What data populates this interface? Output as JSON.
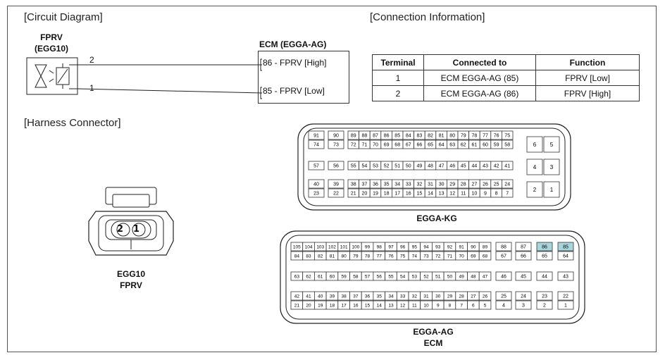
{
  "circuit": {
    "title": "[Circuit Diagram]",
    "component_name": "FPRV",
    "component_code": "(EGG10)",
    "pin2": "2",
    "pin1": "1",
    "ecm_title": "ECM (EGGA-AG)",
    "ecm_pin_high": "86 - FPRV [High]",
    "ecm_pin_low": "85 - FPRV [Low]"
  },
  "connection": {
    "title": "[Connection Information]",
    "headers": [
      "Terminal",
      "Connected to",
      "Function"
    ],
    "rows": [
      [
        "1",
        "ECM EGGA-AG (85)",
        "FPRV [Low]"
      ],
      [
        "2",
        "ECM EGGA-AG (86)",
        "FPRV [High]"
      ]
    ]
  },
  "harness": {
    "title": "[Harness Connector]",
    "fprv_pin_labels": [
      "2",
      "1"
    ],
    "fprv_caption_1": "EGG10",
    "fprv_caption_2": "FPRV",
    "kg_caption": "EGGA-KG",
    "ag_caption_1": "EGGA-AG",
    "ag_caption_2": "ECM",
    "highlight_color": "#a8d4dc",
    "kg": {
      "row1_main": [
        "89",
        "88",
        "87",
        "86",
        "85",
        "84",
        "83",
        "82",
        "81",
        "80",
        "79",
        "78",
        "77",
        "76",
        "75"
      ],
      "row1_left": [
        "91",
        "90"
      ],
      "row2_main": [
        "72",
        "71",
        "70",
        "69",
        "68",
        "67",
        "66",
        "65",
        "64",
        "63",
        "62",
        "61",
        "60",
        "59",
        "58"
      ],
      "row2_left": [
        "74",
        "73"
      ],
      "row3_main": [
        "55",
        "54",
        "53",
        "52",
        "51",
        "50",
        "49",
        "48",
        "47",
        "46",
        "45",
        "44",
        "43",
        "42",
        "41"
      ],
      "row3_left": [
        "57",
        "56"
      ],
      "row4_main": [
        "38",
        "37",
        "36",
        "35",
        "34",
        "33",
        "32",
        "31",
        "30",
        "29",
        "28",
        "27",
        "26",
        "25",
        "24"
      ],
      "row4_left": [
        "40",
        "39"
      ],
      "row5_main": [
        "21",
        "20",
        "19",
        "18",
        "17",
        "16",
        "15",
        "14",
        "13",
        "12",
        "11",
        "10",
        "9",
        "8",
        "7"
      ],
      "row5_left": [
        "23",
        "22"
      ],
      "right_pairs": [
        [
          "6",
          "5"
        ],
        [
          "4",
          "3"
        ],
        [
          "2",
          "1"
        ]
      ]
    },
    "ag": {
      "row1_main": [
        "105",
        "104",
        "103",
        "102",
        "101",
        "100",
        "99",
        "98",
        "97",
        "96",
        "95",
        "94",
        "93",
        "92",
        "91",
        "90",
        "89"
      ],
      "row1_right": [
        "88",
        "87",
        "86",
        "85"
      ],
      "row2_main": [
        "84",
        "83",
        "82",
        "81",
        "80",
        "79",
        "78",
        "77",
        "76",
        "75",
        "74",
        "73",
        "72",
        "71",
        "70",
        "69",
        "68"
      ],
      "row2_right": [
        "67",
        "66",
        "65",
        "64"
      ],
      "row3_main": [
        "63",
        "62",
        "61",
        "60",
        "59",
        "58",
        "57",
        "56",
        "55",
        "54",
        "53",
        "52",
        "51",
        "50",
        "49",
        "48",
        "47"
      ],
      "row3_right": [
        "46",
        "45",
        "44",
        "43"
      ],
      "row4_main": [
        "42",
        "41",
        "40",
        "39",
        "38",
        "37",
        "36",
        "35",
        "34",
        "33",
        "32",
        "31",
        "30",
        "29",
        "28",
        "27",
        "26"
      ],
      "row4_right": [
        "25",
        "24",
        "23",
        "22"
      ],
      "row5_main": [
        "21",
        "20",
        "19",
        "18",
        "17",
        "16",
        "15",
        "14",
        "13",
        "12",
        "11",
        "10",
        "9",
        "8",
        "7",
        "6",
        "5"
      ],
      "row5_right": [
        "4",
        "3",
        "2",
        "1"
      ],
      "highlighted_pins": [
        "86",
        "85"
      ]
    }
  }
}
